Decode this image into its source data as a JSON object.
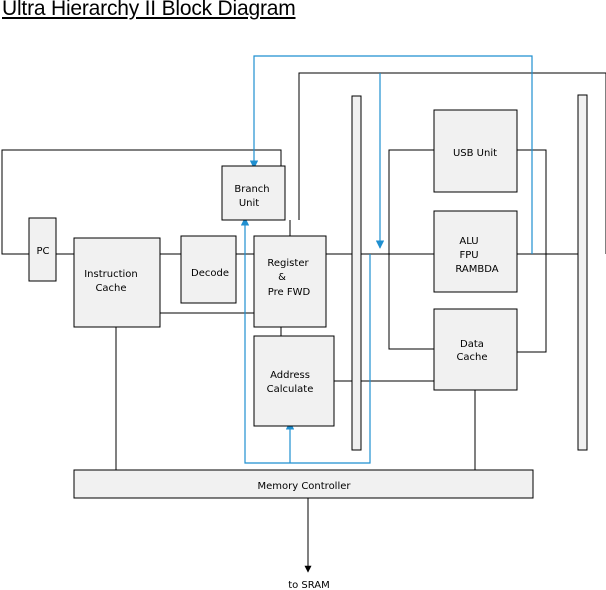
{
  "title": "Ultra Hierarchy II Block Diagram",
  "colors": {
    "block_fill": "#f1f1f1",
    "line": "#000000",
    "feedback_line": "#1f8fd0"
  },
  "blocks": {
    "pc": [
      "PC"
    ],
    "instruction_cache": [
      "Instruction",
      "Cache"
    ],
    "decode": [
      "Decode"
    ],
    "branch_unit": [
      "Branch",
      "Unit"
    ],
    "register": [
      "Register",
      "&",
      "Pre FWD"
    ],
    "address_calculate": [
      "Address",
      "Calculate"
    ],
    "usb_unit": [
      "USB Unit"
    ],
    "alu_fpu": [
      "ALU",
      "FPU",
      "RAMBDA"
    ],
    "data_cache": [
      "Data",
      "Cache"
    ],
    "memory_controller": [
      "Memory Controller"
    ]
  },
  "output_label": "to SRAM"
}
